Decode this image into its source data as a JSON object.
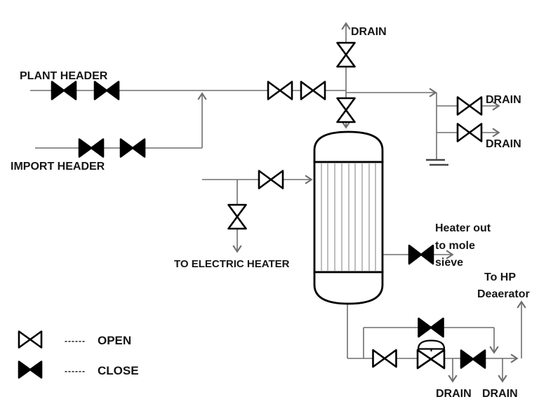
{
  "diagram": {
    "type": "piping-valve-schematic",
    "labels": {
      "plant_header": "PLANT HEADER",
      "import_header": "IMPORT HEADER",
      "drain_top": "DRAIN",
      "drain_right_upper": "DRAIN",
      "drain_right_lower": "DRAIN",
      "to_electric_heater": "TO ELECTRIC HEATER",
      "heater_out_line1": "Heater out",
      "heater_out_line2": "to mole",
      "heater_out_line3": "sieve",
      "to_hp_line1": "To HP",
      "to_hp_line2": "Deaerator",
      "drain_bottom_left": "DRAIN",
      "drain_bottom_right": "DRAIN"
    },
    "legend": {
      "dashes": "------",
      "open": "OPEN",
      "close": "CLOSE"
    },
    "colors": {
      "pipe": "#6e6e6e",
      "symbol": "#000000",
      "open_fill": "#ffffff",
      "close_fill": "#000000",
      "text": "#151515",
      "tube": "#9a9a9a",
      "ground": "#444444",
      "background": "#ffffff"
    },
    "valves": [
      {
        "name": "plant-header-valve-1",
        "state": "close"
      },
      {
        "name": "plant-header-valve-2",
        "state": "close"
      },
      {
        "name": "import-header-valve-1",
        "state": "close"
      },
      {
        "name": "import-header-valve-2",
        "state": "close"
      },
      {
        "name": "header-junction-valve-1",
        "state": "open"
      },
      {
        "name": "header-junction-valve-2",
        "state": "open"
      },
      {
        "name": "top-drain-valve",
        "state": "open"
      },
      {
        "name": "heater-top-inlet-valve",
        "state": "open"
      },
      {
        "name": "feed-line-valve",
        "state": "open"
      },
      {
        "name": "electric-heater-valve",
        "state": "open"
      },
      {
        "name": "right-drain-upper-valve",
        "state": "open"
      },
      {
        "name": "right-drain-lower-valve",
        "state": "open"
      },
      {
        "name": "heater-out-valve",
        "state": "close"
      },
      {
        "name": "bottom-main-valve-1",
        "state": "open"
      },
      {
        "name": "bottom-control-valve",
        "state": "open",
        "actuator": true
      },
      {
        "name": "bottom-main-valve-2",
        "state": "close"
      },
      {
        "name": "bottom-bypass-valve",
        "state": "close"
      }
    ]
  }
}
